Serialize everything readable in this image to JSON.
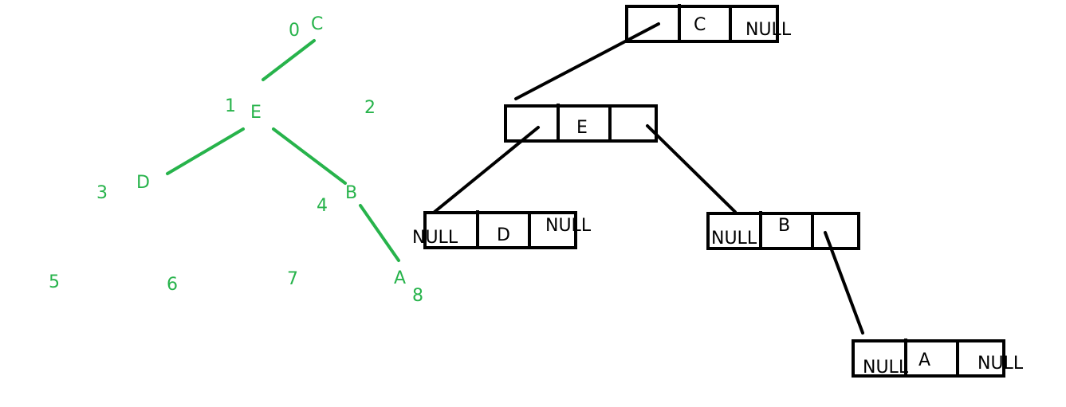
{
  "colors": {
    "tree_green": "#27b34b",
    "linked_black": "#000000",
    "background": "#ffffff"
  },
  "sequential_tree": {
    "index_labels": [
      "0",
      "1",
      "2",
      "3",
      "4",
      "5",
      "6",
      "7",
      "8"
    ],
    "node_labels": [
      "C",
      "E",
      "D",
      "B",
      "A"
    ]
  },
  "linked_tree": {
    "nodes": [
      {
        "data": "C",
        "left": "",
        "right": "NULL"
      },
      {
        "data": "E",
        "left": "",
        "right": ""
      },
      {
        "data": "D",
        "left": "NULL",
        "right": "NULL"
      },
      {
        "data": "B",
        "left": "NULL",
        "right": ""
      },
      {
        "data": "A",
        "left": "NULL",
        "right": "NULL"
      }
    ]
  }
}
